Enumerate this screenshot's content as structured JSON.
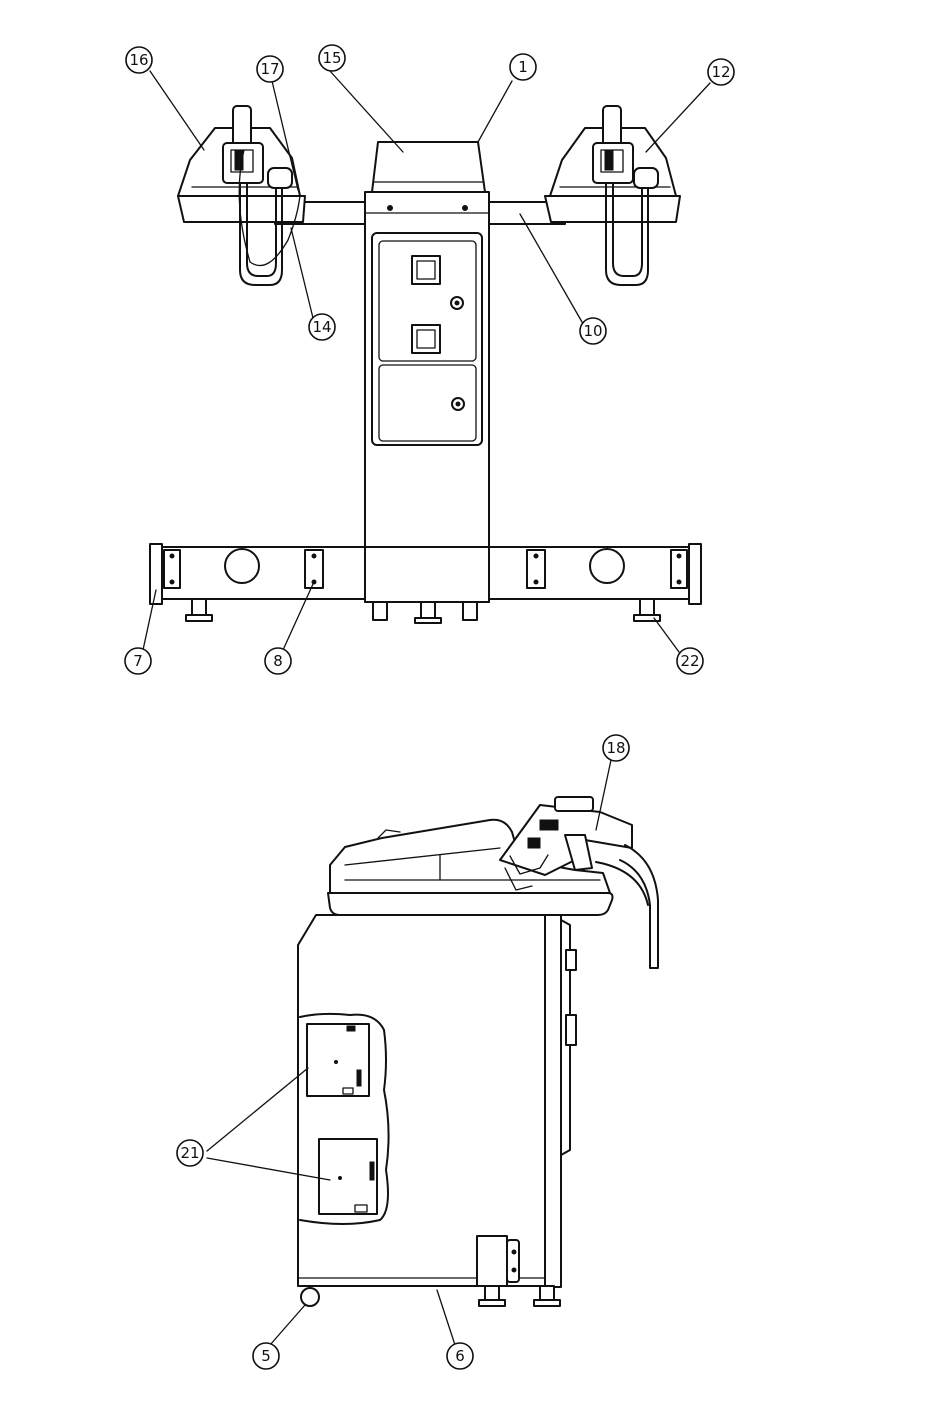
{
  "callouts": {
    "c1": "1",
    "c5": "5",
    "c6": "6",
    "c7": "7",
    "c8": "8",
    "c10": "10",
    "c12": "12",
    "c14": "14",
    "c15": "15",
    "c16": "16",
    "c17": "17",
    "c18": "18",
    "c21": "21",
    "c22": "22"
  },
  "colors": {
    "line": "#111111",
    "background": "#ffffff"
  }
}
